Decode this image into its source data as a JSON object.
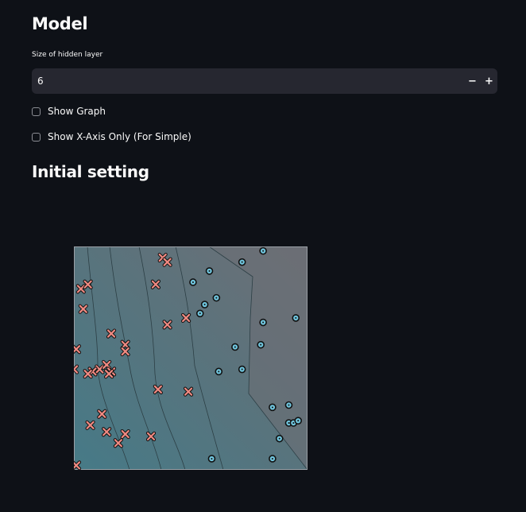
{
  "model": {
    "heading": "Model",
    "hidden_layer_label": "Size of hidden layer",
    "hidden_layer_value": "6",
    "decrement_label": "−",
    "increment_label": "+",
    "show_graph_label": "Show Graph",
    "show_graph_checked": false,
    "show_x_axis_label": "Show X-Axis Only (For Simple)",
    "show_x_axis_checked": false
  },
  "initial_setting": {
    "heading": "Initial setting"
  },
  "chart_data": {
    "type": "scatter",
    "title": "",
    "xlabel": "",
    "ylabel": "",
    "xlim": [
      0,
      1
    ],
    "ylim": [
      0,
      1
    ],
    "grid": false,
    "colors": {
      "class_x": "#f08a82",
      "class_o": "#6fc4dc",
      "marker_edge": "#111111",
      "region_left": "#4a7e8a",
      "region_right": "#6b6e75"
    },
    "series": [
      {
        "marker": "x",
        "x": [
          0.38,
          0.4,
          0.03,
          0.06,
          0.04,
          0.35,
          0.48,
          0.16,
          0.4,
          0.22,
          0.22,
          0.01,
          0.0,
          0.11,
          0.14,
          0.08,
          0.16,
          0.06,
          0.15,
          0.36,
          0.49,
          0.12,
          0.07,
          0.14,
          0.22,
          0.19,
          0.33,
          0.01
        ],
        "y": [
          0.95,
          0.93,
          0.81,
          0.83,
          0.72,
          0.83,
          0.68,
          0.61,
          0.65,
          0.56,
          0.53,
          0.54,
          0.45,
          0.45,
          0.47,
          0.44,
          0.44,
          0.43,
          0.43,
          0.36,
          0.35,
          0.25,
          0.2,
          0.17,
          0.16,
          0.12,
          0.15,
          0.02
        ]
      },
      {
        "marker": "o",
        "x": [
          0.81,
          0.72,
          0.58,
          0.51,
          0.61,
          0.56,
          0.54,
          0.81,
          0.95,
          0.69,
          0.8,
          0.72,
          0.62,
          0.85,
          0.92,
          0.92,
          0.94,
          0.96,
          0.88,
          0.85,
          0.59
        ],
        "y": [
          0.98,
          0.93,
          0.89,
          0.84,
          0.77,
          0.74,
          0.7,
          0.66,
          0.68,
          0.55,
          0.56,
          0.45,
          0.44,
          0.28,
          0.29,
          0.21,
          0.21,
          0.22,
          0.14,
          0.05,
          0.05
        ]
      }
    ]
  }
}
